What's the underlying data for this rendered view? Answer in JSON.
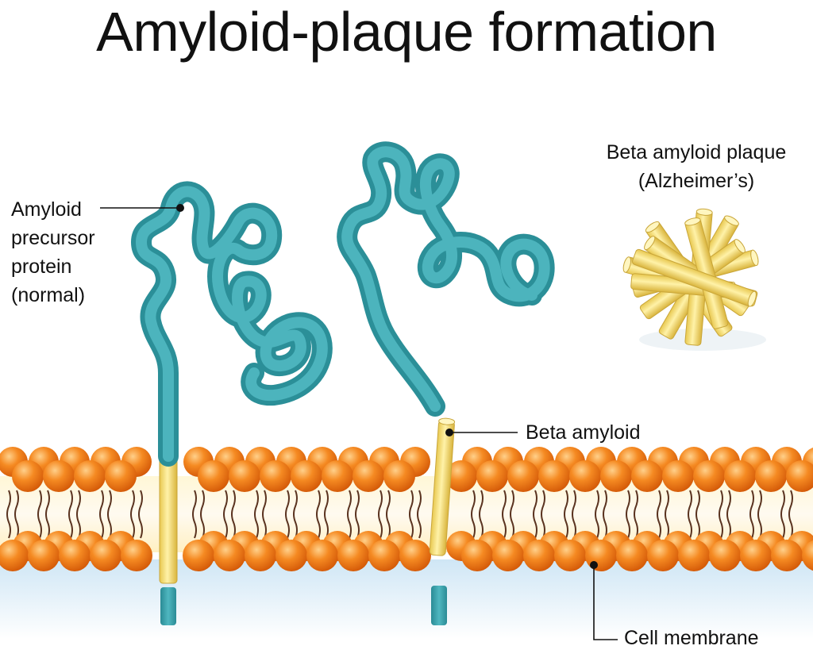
{
  "title": "Amyloid-plaque formation",
  "labels": {
    "app": [
      "Amyloid",
      "precursor",
      "protein",
      "(normal)"
    ],
    "beta_amyloid": "Beta amyloid",
    "plaque": [
      "Beta amyloid plaque",
      "(Alzheimer’s)"
    ],
    "cell_membrane": "Cell membrane"
  },
  "colors": {
    "protein": "#3aa3ad",
    "lipid_head": "#f07d1a",
    "lipid_tail": "#5a3320",
    "beta_amyloid": "#f5e27a",
    "background": "#ffffff",
    "membrane_core": "#fff3c8",
    "leader_line": "#111111"
  }
}
